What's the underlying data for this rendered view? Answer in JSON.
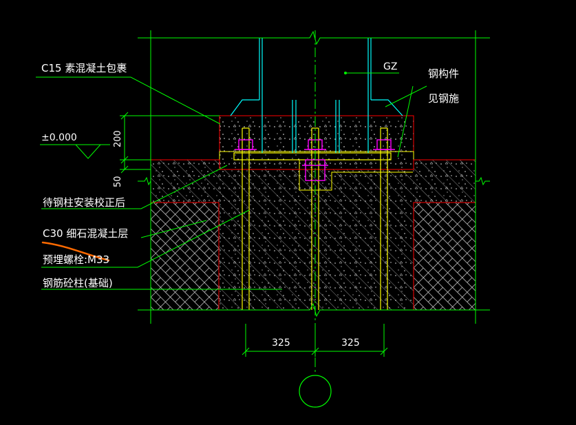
{
  "colors": {
    "background": "#000000",
    "linework": "#00ff00",
    "steel": "#00ffff",
    "boundary": "#ff0000",
    "anchor_bolt": "#ffff00",
    "nut": "#ff00ff",
    "hatch": "#ffffff",
    "markup": "#ff6a00"
  },
  "labels": {
    "c15_encasement": "C15 素混凝土包裹",
    "gz": "GZ",
    "steel_member": "钢构件",
    "see_steel_drawings": "见钢施",
    "elevation": "±0.000",
    "dim_200": "200",
    "dim_50": "50",
    "after_column_alignment": "待钢柱安装校正后",
    "c30_grout_layer": "C30 细石混凝土层",
    "anchor_bolt": "预埋螺栓:M33",
    "rc_pier": "钢筋砼柱(基础)",
    "dim_left_325": "325",
    "dim_right_325": "325"
  }
}
